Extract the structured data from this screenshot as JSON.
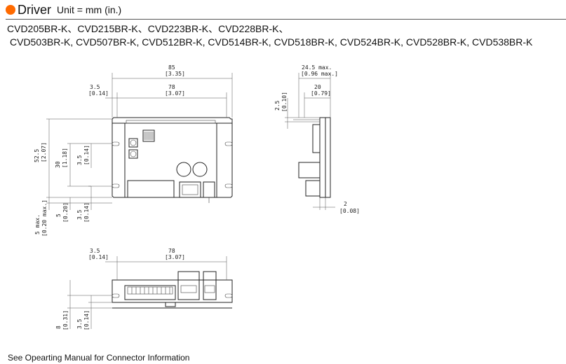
{
  "header": {
    "title": "Driver",
    "unit": "Unit = mm (in.)",
    "accent_color": "#ff6a00"
  },
  "models": {
    "line1": "CVD205BR-K、CVD215BR-K、CVD223BR-K、CVD228BR-K、",
    "line2": "CVD503BR-K, CVD507BR-K, CVD512BR-K, CVD514BR-K, CVD518BR-K, CVD524BR-K, CVD528BR-K, CVD538BR-K"
  },
  "dimensions": {
    "front_width": "85",
    "front_width_in": "[3.35]",
    "front_offset": "3.5",
    "front_offset_in": "[0.14]",
    "front_pitch": "78",
    "front_pitch_in": "[3.07]",
    "front_height": "52.5",
    "front_height_in": "[2.07]",
    "front_hole_pitch": "30",
    "front_hole_pitch_in": "[1.18]",
    "front_hole_offset": "3.5",
    "front_hole_offset_in": "[0.14]",
    "front_bottom_max": "5 max.",
    "front_bottom_max_in": "[0.20 max.]",
    "front_bottom": "5",
    "front_bottom_in": "[0.20]",
    "front_bottom_offset": "3.5",
    "front_bottom_offset_in": "[0.14]",
    "side_depth": "24.5 max.",
    "side_depth_in": "[0.96 max.]",
    "side_inner": "20",
    "side_inner_in": "[0.79]",
    "side_top": "2.5",
    "side_top_in": "[0.10]",
    "side_plate": "2",
    "side_plate_in": "[0.08]",
    "bottom_offset": "3.5",
    "bottom_offset_in": "[0.14]",
    "bottom_pitch": "78",
    "bottom_pitch_in": "[3.07]",
    "bottom_height": "8",
    "bottom_height_in": "[0.31]",
    "bottom_hole": "3.5",
    "bottom_hole_in": "[0.14]"
  },
  "footer": {
    "note": "See Opearting Manual for Connector Information"
  }
}
